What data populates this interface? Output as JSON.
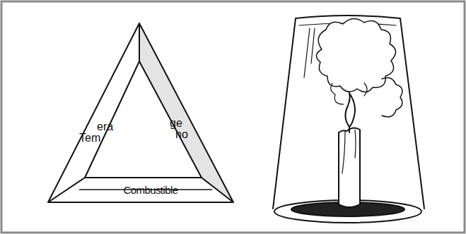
{
  "diagram": {
    "labels": [
      "era",
      "Tem",
      "ge",
      "no",
      "Combustible"
    ]
  }
}
